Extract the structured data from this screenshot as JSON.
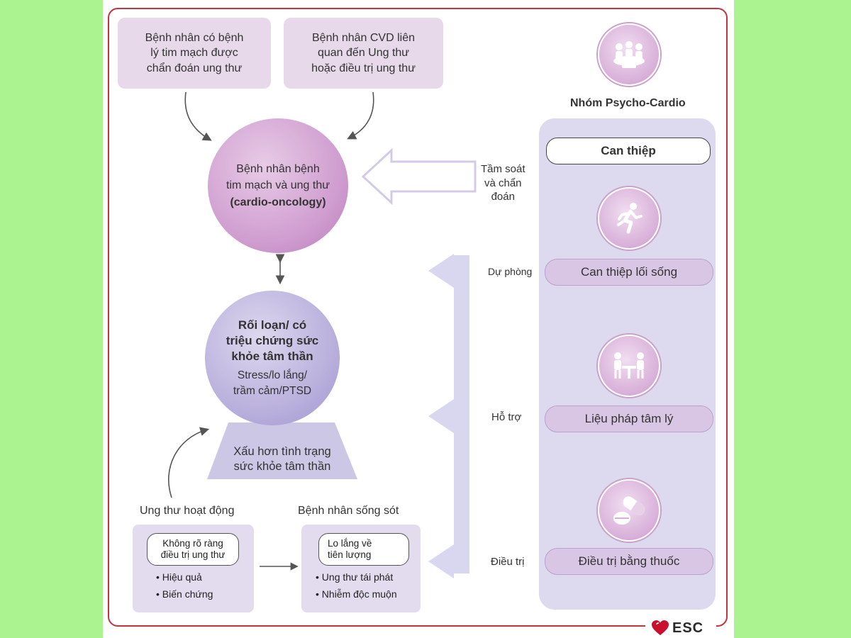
{
  "diagram": {
    "top_left_box": {
      "lines": [
        "Bệnh nhân có bệnh",
        "lý tim mạch được",
        "chẩn đoán ung thư"
      ]
    },
    "top_right_box": {
      "lines": [
        "Bệnh nhân CVD liên",
        "quan đến Ung thư",
        "hoặc điều trị ung thư"
      ]
    },
    "center_circle": {
      "lines": [
        "Bệnh nhân bệnh",
        "tim mạch và ung thư"
      ],
      "bold_line": "(cardio-oncology)"
    },
    "mental_circle": {
      "bold_lines": [
        "Rối loạn/ có",
        "triệu chứng sức",
        "khỏe tâm thần"
      ],
      "normal_lines": [
        "Stress/lo lắng/",
        "trầm cảm/PTSD"
      ]
    },
    "worsening": {
      "lines": [
        "Xấu hơn tình trạng",
        "sức khỏe tâm thần"
      ]
    },
    "active_cancer": {
      "title": "Ung thư hoạt động",
      "pill": [
        "Không rõ ràng",
        "điều trị ung thư"
      ],
      "bullets": [
        "• Hiệu quả",
        "• Biến chứng"
      ]
    },
    "survivor": {
      "title": "Bệnh nhân sống sót",
      "pill": [
        "Lo lắng về",
        "tiên lượng"
      ],
      "bullets": [
        "• Ung thư tái phát",
        "• Nhiễm độc muộn"
      ]
    },
    "screening_label": [
      "Tầm soát",
      "và chẩn",
      "đoán"
    ],
    "side_labels": {
      "prevention": "Dự phòng",
      "support": "Hỗ trợ",
      "treatment": "Điều trị"
    },
    "team": {
      "title": "Nhóm Psycho-Cardio",
      "intervention": "Can thiệp",
      "lifestyle": "Can thiệp lối sống",
      "psychotherapy": "Liệu pháp tâm lý",
      "medication": "Điều trị bằng thuốc"
    },
    "logo_text": "ESC"
  },
  "colors": {
    "background": "#abf390",
    "frame": "#c2343f",
    "panel": "#ddd9ee",
    "box": "#e7d8ea",
    "arrow": "#d9d7ef"
  }
}
